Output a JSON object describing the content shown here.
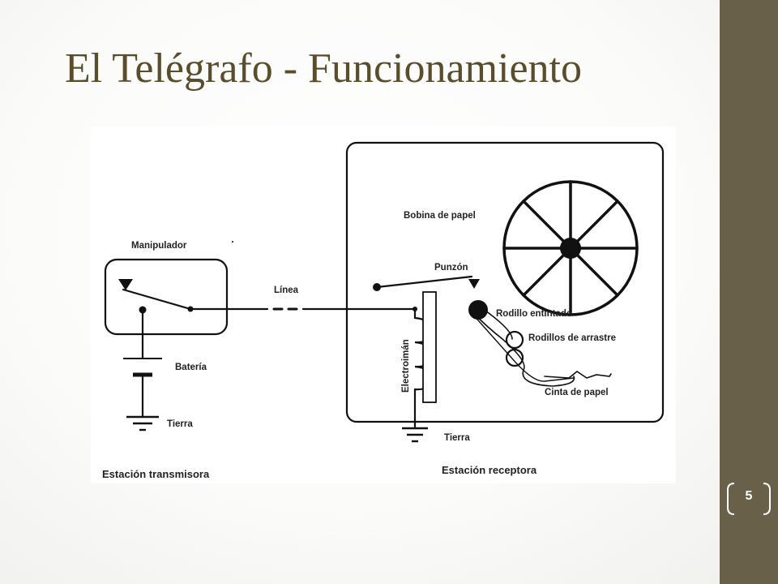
{
  "slide": {
    "title": "El Telégrafo - Funcionamiento",
    "page_number": "5",
    "colors": {
      "title": "#5a4d2c",
      "side_bar": "#686049",
      "background": "#ffffff"
    }
  },
  "diagram": {
    "labels": {
      "manipulador": "Manipulador",
      "linea": "Línea",
      "bateria": "Batería",
      "tierra_transmisora": "Tierra",
      "estacion_transmisora": "Estación transmisora",
      "bobina": "Bobina de papel",
      "punzon": "Punzón",
      "rodillo_entintado": "Rodillo entintado",
      "rodillos_arrastre": "Rodillos de arrastre",
      "electroiman": "Electroimán",
      "cinta": "Cinta de papel",
      "tierra_receptora": "Tierra",
      "estacion_receptora": "Estación receptora"
    }
  }
}
